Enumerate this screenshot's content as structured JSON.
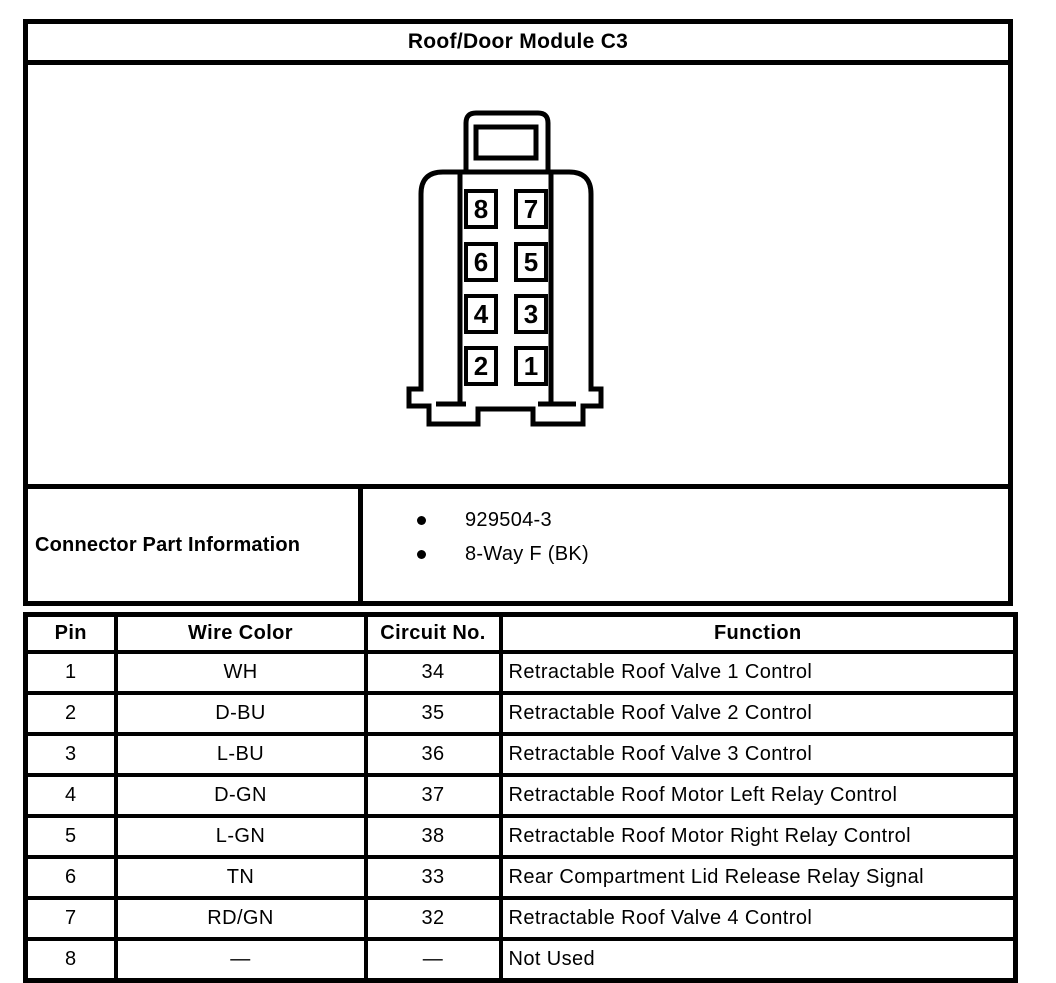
{
  "title": "Roof/Door Module C3",
  "connector": {
    "description": "8-way connector face view",
    "pins": [
      [
        "8",
        "7"
      ],
      [
        "6",
        "5"
      ],
      [
        "4",
        "3"
      ],
      [
        "2",
        "1"
      ]
    ]
  },
  "part_info": {
    "label": "Connector Part Information",
    "bullets": [
      "929504-3",
      "8-Way F (BK)"
    ]
  },
  "pin_table": {
    "headers": [
      "Pin",
      "Wire Color",
      "Circuit No.",
      "Function"
    ],
    "rows": [
      {
        "pin": "1",
        "wire_color": "WH",
        "circuit": "34",
        "function": "Retractable Roof Valve 1 Control"
      },
      {
        "pin": "2",
        "wire_color": "D-BU",
        "circuit": "35",
        "function": "Retractable Roof Valve 2 Control"
      },
      {
        "pin": "3",
        "wire_color": "L-BU",
        "circuit": "36",
        "function": "Retractable Roof Valve 3 Control"
      },
      {
        "pin": "4",
        "wire_color": "D-GN",
        "circuit": "37",
        "function": "Retractable Roof Motor Left Relay Control"
      },
      {
        "pin": "5",
        "wire_color": "L-GN",
        "circuit": "38",
        "function": "Retractable Roof Motor Right Relay Control"
      },
      {
        "pin": "6",
        "wire_color": "TN",
        "circuit": "33",
        "function": "Rear Compartment Lid Release Relay Signal"
      },
      {
        "pin": "7",
        "wire_color": "RD/GN",
        "circuit": "32",
        "function": "Retractable Roof Valve 4 Control"
      },
      {
        "pin": "8",
        "wire_color": "—",
        "circuit": "—",
        "function": "Not Used"
      }
    ]
  },
  "colors": {
    "ink": "#000000",
    "paper": "#ffffff"
  }
}
